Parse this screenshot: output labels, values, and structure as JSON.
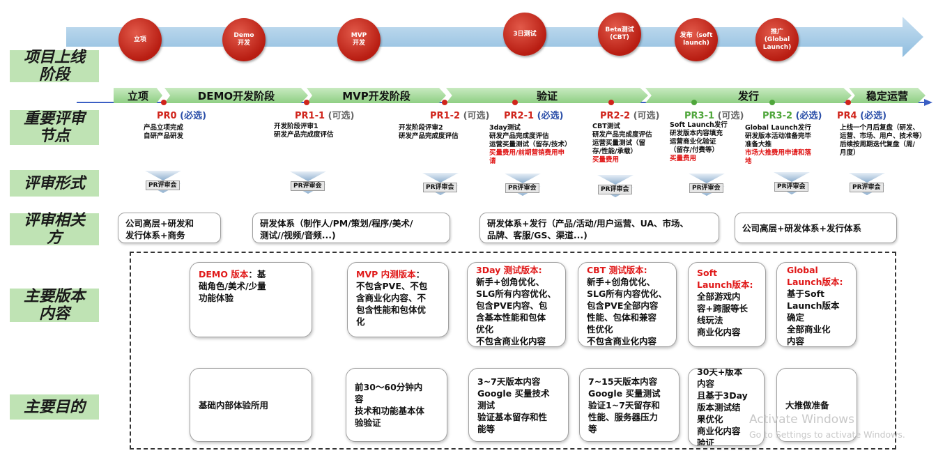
{
  "row_labels": [
    "项目上线\n阶段",
    "重要评审\n节点",
    "评审形式",
    "评审相关\n方",
    "主要版本\n内容",
    "主要目的"
  ],
  "milestones": [
    "立项",
    "Demo\n开发",
    "MVP\n开发",
    "3日测试",
    "Beta测试\n(CBT)",
    "发布（soft\nlaunch)",
    "推广\n(Global\nLaunch)"
  ],
  "phases": [
    "立项",
    "DEMO开发阶段",
    "MVP开发阶段",
    "验证",
    "发行",
    "稳定运营"
  ],
  "nodes": [
    {
      "pr": "PR0",
      "opt": "",
      "req": "(必选)",
      "desc": "产品立项完成\n自研产品研发",
      "red": ""
    },
    {
      "pr": "PR1-1",
      "opt": "(可选)",
      "req": "",
      "desc": "开发阶段评审1\n研发产品完成度评估",
      "red": ""
    },
    {
      "pr": "PR1-2",
      "opt": "(可选)",
      "req": "",
      "desc": "开发阶段评审2\n研发产品完成度评估",
      "red": ""
    },
    {
      "pr": "PR2-1",
      "opt": "",
      "req": "(必选)",
      "desc": "3day测试\n研发产品完成度评估\n运营买量测试（留存/技术）",
      "red": "买量费用/前期营销费用申\n请"
    },
    {
      "pr": "PR2-2",
      "opt": "(可选)",
      "req": "",
      "desc": "CBT测试\n研发产品完成度评估\n运营买量测试（留\n存/性能/承载）",
      "red": "买量费用"
    },
    {
      "pr": "PR3-1",
      "opt": "(可选)",
      "req": "",
      "desc": "Soft Launch发行\n研发版本内容填充\n运营商业化验证\n（留存/付费等）",
      "red": "买量费用"
    },
    {
      "pr": "PR3-2",
      "opt": "",
      "req": "(必选)",
      "desc": "Global Launch发行\n研发版本活动准备完毕\n准备大推",
      "red": "市场大推费用申请和落\n地"
    },
    {
      "pr": "PR4",
      "opt": "",
      "req": "(必选)",
      "desc": "上线一个月后复盘（研发、\n运营、市场、用户、技术等）\n后续按周期迭代复盘（周/\n月度）",
      "red": ""
    }
  ],
  "review_format": "PR评审会",
  "stakeholders": [
    "公司高层+研发和\n发行体系+商务",
    "研发体系（制作人/PM/策划/程序/美术/\n测试//视频/音频...)",
    "研发体系+发行（产品/活动/用户运营、UA、市场、\n品牌、客服/GS、渠道...)",
    "公司高层+研发体系+发行体系"
  ],
  "versions": [
    {
      "title": "DEMO 版本",
      "body": "：基\n础角色/美术/少量\n功能体验"
    },
    {
      "title": "MVP 内测版本",
      "body": "：\n不包含PVE、不包\n含商业化内容、不\n包含性能和包体优\n化"
    },
    {
      "title": "3Day 测试版本:",
      "body": "\n新手+创角优化、\nSLG所有内容优化、\n包含PVE内容、包\n含基本性能和包体\n优化\n不包含商业化内容"
    },
    {
      "title": "CBT 测试版本:",
      "body": "\n新手+创角优化、\nSLG所有内容优化、\n包含PVE全部内容\n性能、包体和兼容\n性优化\n不包含商业化内容"
    },
    {
      "title": "Soft\nLaunch版本:",
      "body": "\n全部游戏内\n容+跨服等长\n线玩法\n商业化内容"
    },
    {
      "title": "Global\nLaunch版本:",
      "body": "\n基于Soft\nLaunch版本\n确定\n全部商业化\n内容"
    }
  ],
  "purposes": [
    "基础内部体验所用",
    "前30～60分钟内\n容\n技术和功能基本体\n验验证",
    "3~7天版本内容\nGoogle 买量技术\n测试\n验证基本留存和性\n能等",
    "7~15天版本内容\nGoogle 买量测试\n验证1~7天留存和\n性能、服务器压力\n等",
    "30天+版本\n内容\n且基于3Day\n版本测试结\n果优化\n商业化内容\n验证",
    "大推做准备"
  ],
  "watermark": {
    "line1": "Activate Windows",
    "line2": "Go to Settings to activate Windows."
  },
  "colors": {
    "arrow": "#a9cde6",
    "circle": "#c0281c",
    "phase_green": "#a6dba0",
    "label_bg": "#bfe3b4",
    "red_text": "#e01818",
    "timeline": "#3b5fc4"
  }
}
